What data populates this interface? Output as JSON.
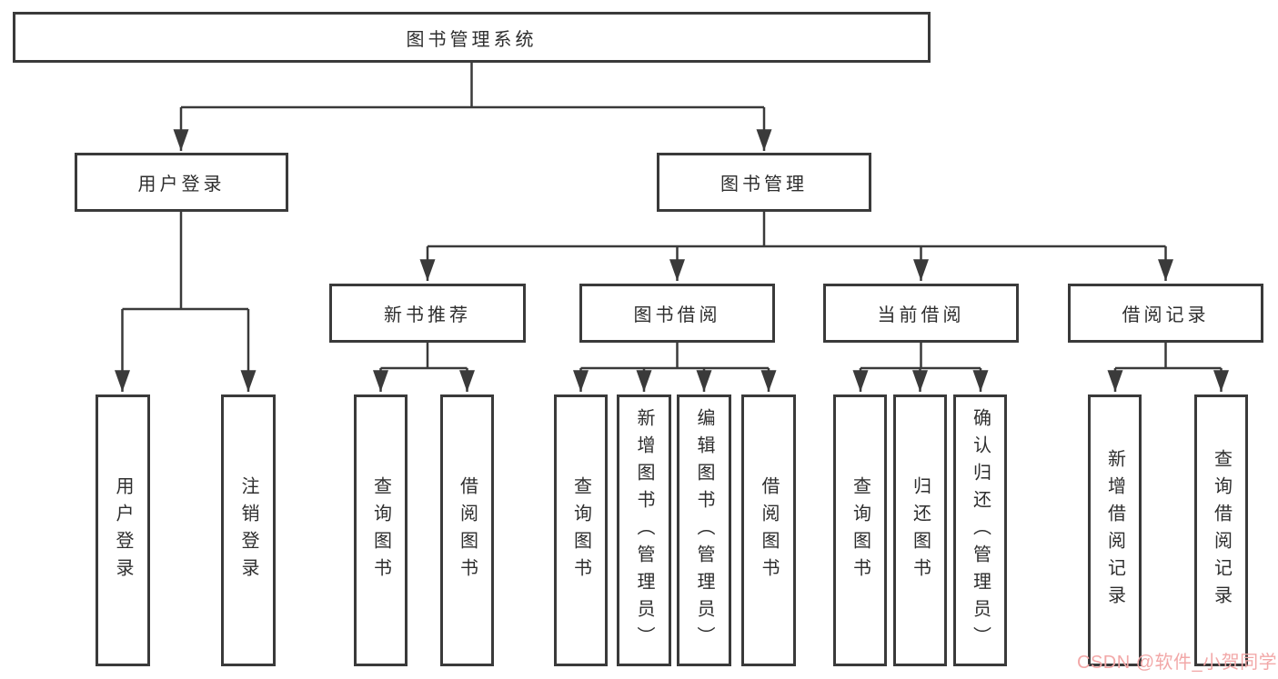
{
  "watermark": "CSDN @软件_小贺同学",
  "colors": {
    "line": "#3a3a3a",
    "text": "#2e2e2e",
    "watermark": "#f2a8a8"
  },
  "tree": {
    "root": {
      "label": "图书管理系统"
    },
    "branches": [
      {
        "label": "用户登录",
        "children": [
          {
            "label": "用户登录"
          },
          {
            "label": "注销登录"
          }
        ]
      },
      {
        "label": "图书管理",
        "groups": [
          {
            "label": "新书推荐",
            "children": [
              {
                "label": "查询图书"
              },
              {
                "label": "借阅图书"
              }
            ]
          },
          {
            "label": "图书借阅",
            "children": [
              {
                "label": "查询图书"
              },
              {
                "label": "新增图书（管理员）"
              },
              {
                "label": "编辑图书（管理员）"
              },
              {
                "label": "借阅图书"
              }
            ]
          },
          {
            "label": "当前借阅",
            "children": [
              {
                "label": "查询图书"
              },
              {
                "label": "归还图书"
              },
              {
                "label": "确认归还（管理员）"
              }
            ]
          },
          {
            "label": "借阅记录",
            "children": [
              {
                "label": "新增借阅记录"
              },
              {
                "label": "查询借阅记录"
              }
            ]
          }
        ]
      }
    ]
  }
}
